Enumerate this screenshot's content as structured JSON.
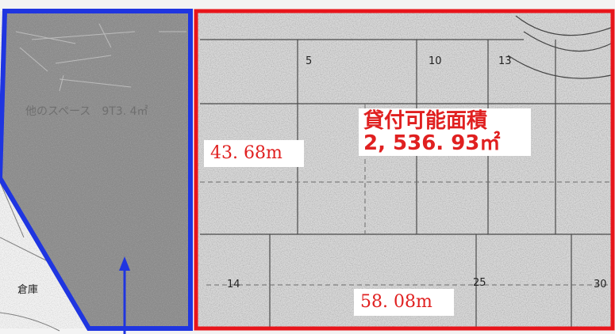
{
  "map": {
    "area_label_line1": "貸付可能面積",
    "area_label_line2": "2, 536. 93㎡",
    "width_dimension": "58. 08m",
    "height_dimension": "43. 68m",
    "other_space_label": "他のスペース　9T3. 4㎡",
    "warehouse_label": "倉庫",
    "parcel_numbers": [
      "5",
      "10",
      "13",
      "14",
      "25",
      "30"
    ],
    "colors": {
      "lease_area_border": "#e8151b",
      "other_area_border": "#1f35e0",
      "other_area_fill": "#8a8a8a",
      "label_text": "#e02020",
      "arrow": "#1f35e0"
    }
  }
}
